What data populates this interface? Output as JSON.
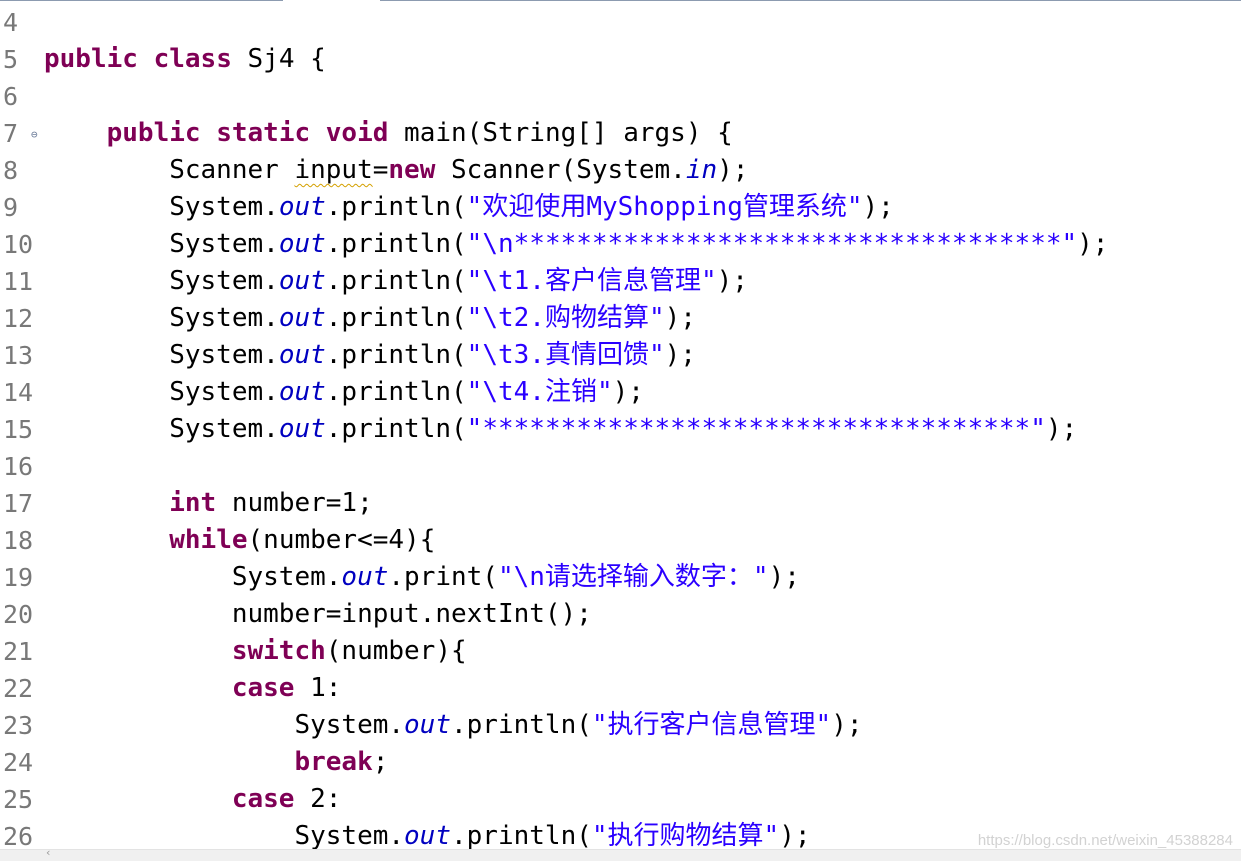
{
  "editor": {
    "lines": [
      {
        "num": "4",
        "segments": []
      },
      {
        "num": "5",
        "segments": [
          {
            "t": "kw",
            "v": "public"
          },
          {
            "t": "p",
            "v": " "
          },
          {
            "t": "kw",
            "v": "class"
          },
          {
            "t": "p",
            "v": " Sj4 {"
          }
        ]
      },
      {
        "num": "6",
        "segments": []
      },
      {
        "num": "7",
        "fold": true,
        "segments": [
          {
            "t": "p",
            "v": "    "
          },
          {
            "t": "kw",
            "v": "public"
          },
          {
            "t": "p",
            "v": " "
          },
          {
            "t": "kw",
            "v": "static"
          },
          {
            "t": "p",
            "v": " "
          },
          {
            "t": "kw",
            "v": "void"
          },
          {
            "t": "p",
            "v": " main(String[] args) {"
          }
        ]
      },
      {
        "num": "8",
        "segments": [
          {
            "t": "p",
            "v": "        Scanner "
          },
          {
            "t": "warn",
            "v": "input"
          },
          {
            "t": "p",
            "v": "="
          },
          {
            "t": "kw",
            "v": "new"
          },
          {
            "t": "p",
            "v": " Scanner(System."
          },
          {
            "t": "fld",
            "v": "in"
          },
          {
            "t": "p",
            "v": ");"
          }
        ]
      },
      {
        "num": "9",
        "segments": [
          {
            "t": "p",
            "v": "        System."
          },
          {
            "t": "fld",
            "v": "out"
          },
          {
            "t": "p",
            "v": ".println("
          },
          {
            "t": "str",
            "v": "\"欢迎使用MyShopping管理系统\""
          },
          {
            "t": "p",
            "v": ");"
          }
        ]
      },
      {
        "num": "10",
        "segments": [
          {
            "t": "p",
            "v": "        System."
          },
          {
            "t": "fld",
            "v": "out"
          },
          {
            "t": "p",
            "v": ".println("
          },
          {
            "t": "str",
            "v": "\"\\n***********************************\""
          },
          {
            "t": "p",
            "v": ");"
          }
        ]
      },
      {
        "num": "11",
        "segments": [
          {
            "t": "p",
            "v": "        System."
          },
          {
            "t": "fld",
            "v": "out"
          },
          {
            "t": "p",
            "v": ".println("
          },
          {
            "t": "str",
            "v": "\"\\t1.客户信息管理\""
          },
          {
            "t": "p",
            "v": ");"
          }
        ]
      },
      {
        "num": "12",
        "segments": [
          {
            "t": "p",
            "v": "        System."
          },
          {
            "t": "fld",
            "v": "out"
          },
          {
            "t": "p",
            "v": ".println("
          },
          {
            "t": "str",
            "v": "\"\\t2.购物结算\""
          },
          {
            "t": "p",
            "v": ");"
          }
        ]
      },
      {
        "num": "13",
        "segments": [
          {
            "t": "p",
            "v": "        System."
          },
          {
            "t": "fld",
            "v": "out"
          },
          {
            "t": "p",
            "v": ".println("
          },
          {
            "t": "str",
            "v": "\"\\t3.真情回馈\""
          },
          {
            "t": "p",
            "v": ");"
          }
        ]
      },
      {
        "num": "14",
        "segments": [
          {
            "t": "p",
            "v": "        System."
          },
          {
            "t": "fld",
            "v": "out"
          },
          {
            "t": "p",
            "v": ".println("
          },
          {
            "t": "str",
            "v": "\"\\t4.注销\""
          },
          {
            "t": "p",
            "v": ");"
          }
        ]
      },
      {
        "num": "15",
        "segments": [
          {
            "t": "p",
            "v": "        System."
          },
          {
            "t": "fld",
            "v": "out"
          },
          {
            "t": "p",
            "v": ".println("
          },
          {
            "t": "str",
            "v": "\"***********************************\""
          },
          {
            "t": "p",
            "v": ");"
          }
        ]
      },
      {
        "num": "16",
        "segments": []
      },
      {
        "num": "17",
        "segments": [
          {
            "t": "p",
            "v": "        "
          },
          {
            "t": "kw",
            "v": "int"
          },
          {
            "t": "p",
            "v": " number=1;"
          }
        ]
      },
      {
        "num": "18",
        "segments": [
          {
            "t": "p",
            "v": "        "
          },
          {
            "t": "kw",
            "v": "while"
          },
          {
            "t": "p",
            "v": "(number<=4){"
          }
        ]
      },
      {
        "num": "19",
        "segments": [
          {
            "t": "p",
            "v": "            System."
          },
          {
            "t": "fld",
            "v": "out"
          },
          {
            "t": "p",
            "v": ".print("
          },
          {
            "t": "str",
            "v": "\"\\n请选择输入数字：\""
          },
          {
            "t": "p",
            "v": ");"
          }
        ]
      },
      {
        "num": "20",
        "segments": [
          {
            "t": "p",
            "v": "            number=input.nextInt();"
          }
        ]
      },
      {
        "num": "21",
        "segments": [
          {
            "t": "p",
            "v": "            "
          },
          {
            "t": "kw",
            "v": "switch"
          },
          {
            "t": "p",
            "v": "(number){"
          }
        ]
      },
      {
        "num": "22",
        "segments": [
          {
            "t": "p",
            "v": "            "
          },
          {
            "t": "kw",
            "v": "case"
          },
          {
            "t": "p",
            "v": " 1:"
          }
        ]
      },
      {
        "num": "23",
        "segments": [
          {
            "t": "p",
            "v": "                System."
          },
          {
            "t": "fld",
            "v": "out"
          },
          {
            "t": "p",
            "v": ".println("
          },
          {
            "t": "str",
            "v": "\"执行客户信息管理\""
          },
          {
            "t": "p",
            "v": ");"
          }
        ]
      },
      {
        "num": "24",
        "segments": [
          {
            "t": "p",
            "v": "                "
          },
          {
            "t": "kw",
            "v": "break"
          },
          {
            "t": "p",
            "v": ";"
          }
        ]
      },
      {
        "num": "25",
        "segments": [
          {
            "t": "p",
            "v": "            "
          },
          {
            "t": "kw",
            "v": "case"
          },
          {
            "t": "p",
            "v": " 2:"
          }
        ]
      },
      {
        "num": "26",
        "segments": [
          {
            "t": "p",
            "v": "                System."
          },
          {
            "t": "fld",
            "v": "out"
          },
          {
            "t": "p",
            "v": ".println("
          },
          {
            "t": "str",
            "v": "\"执行购物结算\""
          },
          {
            "t": "p",
            "v": ");"
          }
        ]
      }
    ]
  },
  "fold_icon": "collapse-minus-icon",
  "scrollbar": {
    "left_arrow_icon": "chevron-left-icon",
    "left_arrow_glyph": "‹"
  },
  "watermark": "https://blog.csdn.net/weixin_45388284",
  "colors": {
    "keyword": "#7f0055",
    "static_field": "#0000c0",
    "string": "#2a00ff",
    "line_number": "#787878",
    "warning_underline": "#d4a000"
  }
}
